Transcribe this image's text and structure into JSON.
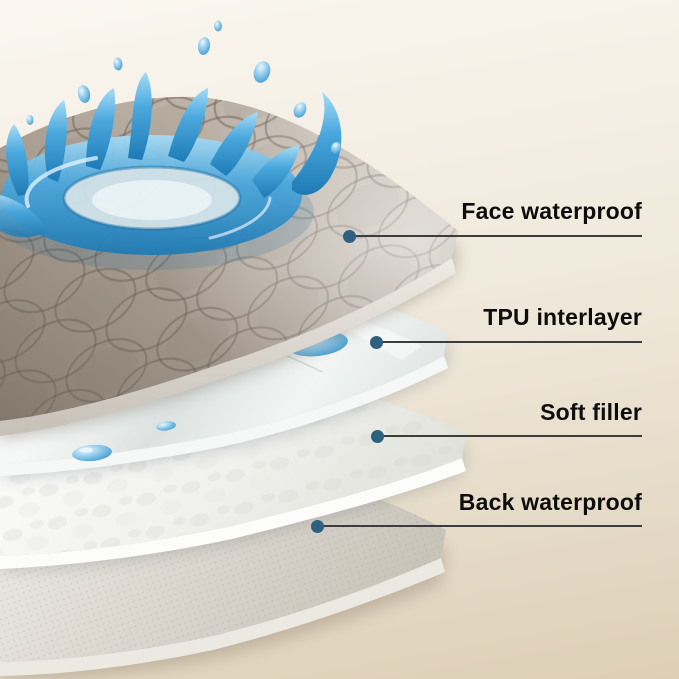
{
  "page": {
    "type": "product-infographic",
    "subject": "Layered waterproof fabric cross-section with water splash"
  },
  "callouts": [
    {
      "label": "Face waterproof",
      "target": "face-waterproof-layer"
    },
    {
      "label": "TPU interlayer",
      "target": "tpu-interlayer-layer"
    },
    {
      "label": "Soft filler",
      "target": "soft-filler-layer"
    },
    {
      "label": "Back waterproof",
      "target": "back-waterproof-layer"
    }
  ],
  "layers": [
    {
      "name": "face-waterproof-layer",
      "appearance": "gray quilted fabric with diamond stitching and water splash"
    },
    {
      "name": "tpu-interlayer-layer",
      "appearance": "translucent white TPU film with water droplets"
    },
    {
      "name": "soft-filler-layer",
      "appearance": "white soft filler padding"
    },
    {
      "name": "back-waterproof-layer",
      "appearance": "light gray textured backing fabric"
    }
  ],
  "icons": [
    {
      "name": "water-splash-icon",
      "meaning": "waterproof demonstration splash"
    },
    {
      "name": "water-droplet-icon",
      "meaning": "repelled water drops"
    },
    {
      "name": "marker-dot",
      "meaning": "callout anchor point"
    }
  ],
  "colors": {
    "background_top": "#faf7f0",
    "background_mid": "#efe8da",
    "background_bottom": "#ddcfb7",
    "marker_dot": "#2e617f",
    "leader_line": "#3d3d3d",
    "label_text": "#0d0d0d",
    "face_fabric": "#a89c90",
    "tpu_film": "#edf0ef",
    "soft_filler": "#f8f8f6",
    "back_fabric": "#d8d4cb",
    "water_blue": "#3f9fd6"
  }
}
